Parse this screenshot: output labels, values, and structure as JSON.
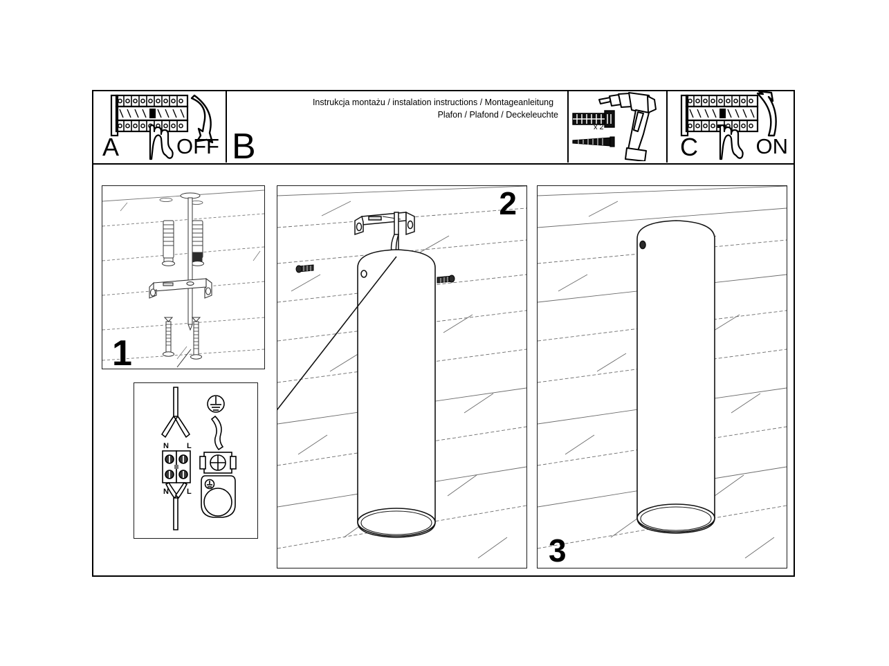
{
  "document": {
    "type": "installation-instructions-sheet",
    "title_line_1": "Instrukcja montażu / instalation instructions / Montageanleitung",
    "title_line_2": "Plafon / Plafond / Deckeleuchte"
  },
  "header": {
    "step_a": {
      "label": "A",
      "state_word": "OFF",
      "icon": "circuit-breaker-panel-icon",
      "hand_icon": "hand-pointing-icon",
      "arrow_icon": "arrow-down-curved-icon"
    },
    "step_b": {
      "label": "B"
    },
    "tools": {
      "quantity": "x 2",
      "dowel_icon": "wall-plug-dowel-icon",
      "screw_icon": "screw-icon",
      "drill_icon": "power-drill-icon"
    },
    "step_c": {
      "label": "C",
      "state_word": "ON",
      "icon": "circuit-breaker-panel-icon",
      "hand_icon": "hand-pointing-icon",
      "arrow_icon": "arrow-up-curved-icon"
    }
  },
  "steps": {
    "step_1": {
      "number": "1",
      "description_icons": [
        "wall-plug-dowel-icon",
        "screw-icon",
        "mounting-bracket-icon",
        "ceiling-surface-icon"
      ]
    },
    "step_2": {
      "number": "2",
      "description_icons": [
        "mounting-bracket-icon",
        "cylinder-lamp-icon",
        "screw-icon",
        "ceiling-surface-icon"
      ]
    },
    "step_3": {
      "number": "3",
      "description_icons": [
        "cylinder-lamp-icon",
        "ceiling-surface-icon"
      ]
    }
  },
  "wiring_detail": {
    "terminal_top_left": "N",
    "terminal_top_right": "L",
    "terminal_bottom_left": "N",
    "terminal_bottom_right": "L",
    "earth_symbol": "protective-earth-icon",
    "terminal_block_icon": "terminal-block-icon",
    "lamp_holder_icon": "lamp-holder-icon"
  },
  "colors": {
    "ink": "#000000",
    "paper": "#ffffff",
    "line_light": "#5a5a5a"
  }
}
